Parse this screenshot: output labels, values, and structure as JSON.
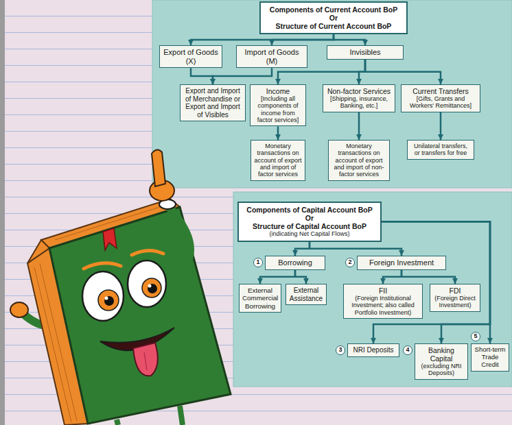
{
  "diagram": {
    "nodes": [
      {
        "text": [
          "Components of Current Account BoP",
          "Or",
          "Structure of Current Account BoP"
        ]
      },
      {
        "text": [
          "Export of Goods (X)"
        ]
      },
      {
        "text": [
          "Import of Goods (M)"
        ]
      },
      {
        "text": [
          "Invisibles"
        ]
      },
      {
        "text": [
          "Export and Import of Merchandise or Export and Import of Visibles"
        ]
      },
      {
        "text": [
          "Income",
          "[Including all components of income from factor services]"
        ]
      },
      {
        "text": [
          "Non-factor Services",
          "[Shipping, insurance, Banking, etc.]"
        ]
      },
      {
        "text": [
          "Current Transfers",
          "[Gifts, Grants and Workers' Remittances]"
        ]
      },
      {
        "text": [
          "Monetary transactions on account of export and import of factor services"
        ]
      },
      {
        "text": [
          "Monetary transactions on account of export and import of non-factor services"
        ]
      },
      {
        "text": [
          "Unilateral transfers, or transfers for free"
        ]
      },
      {
        "text": [
          "Components of Capital Account BoP",
          "Or",
          "Structure of Capital Account BoP",
          "(indicating Net Capital Flows)"
        ]
      },
      {
        "text": [
          "Borrowing"
        ]
      },
      {
        "text": [
          "Foreign Investment"
        ]
      },
      {
        "text": [
          "External Commercial Borrowing"
        ]
      },
      {
        "text": [
          "External Assistance"
        ]
      },
      {
        "text": [
          "FII",
          "(Foreign Institutional Investment; also called Portfolio Investment)"
        ]
      },
      {
        "text": [
          "FDI",
          "(Foreign Direct Investment)"
        ]
      },
      {
        "text": [
          "NRI Deposits"
        ]
      },
      {
        "text": [
          "Banking Capital",
          "(excluding NRI Deposits)"
        ]
      },
      {
        "text": [
          "Short-term Trade Credit"
        ]
      }
    ],
    "edges": [
      {
        "from": 0,
        "to": 1,
        "arrow": "to"
      },
      {
        "from": 0,
        "to": 2,
        "arrow": "to"
      },
      {
        "from": 0,
        "to": 3,
        "arrow": "to"
      },
      {
        "from": 1,
        "to": 4,
        "arrow": "to"
      },
      {
        "from": 2,
        "to": 4,
        "arrow": "to"
      },
      {
        "from": 3,
        "to": 5,
        "arrow": "to"
      },
      {
        "from": 3,
        "to": 6,
        "arrow": "to"
      },
      {
        "from": 3,
        "to": 7,
        "arrow": "to"
      },
      {
        "from": 5,
        "to": 8,
        "arrow": "to"
      },
      {
        "from": 6,
        "to": 9,
        "arrow": "to"
      },
      {
        "from": 7,
        "to": 10,
        "arrow": "to"
      },
      {
        "from": 11,
        "to": 12,
        "arrow": "to"
      },
      {
        "from": 11,
        "to": 13,
        "arrow": "to"
      },
      {
        "from": 11,
        "to": 18,
        "arrow": "to"
      },
      {
        "from": 11,
        "to": 19,
        "arrow": "to"
      },
      {
        "from": 11,
        "to": 20,
        "arrow": "to"
      },
      {
        "from": 12,
        "to": 14,
        "arrow": "to"
      },
      {
        "from": 12,
        "to": 15,
        "arrow": "to"
      },
      {
        "from": 13,
        "to": 16,
        "arrow": "to"
      },
      {
        "from": 13,
        "to": 17,
        "arrow": "to"
      }
    ],
    "labels": [
      "1",
      "2",
      "3",
      "4",
      "5"
    ]
  }
}
